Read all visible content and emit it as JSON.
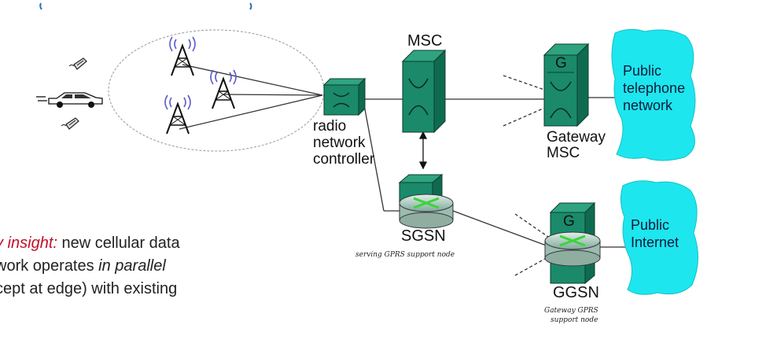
{
  "labels": {
    "msc": "MSC",
    "rnc_line1": "radio",
    "rnc_line2": "network",
    "rnc_line3": "controller",
    "gateway_msc_line1": "Gateway",
    "gateway_msc_line2": "MSC",
    "gateway_msc_letter": "G",
    "ggsn_letter": "G",
    "sgsn": "SGSN",
    "ggsn": "GGSN"
  },
  "clouds": {
    "telephone_line1": "Public",
    "telephone_line2": "telephone",
    "telephone_line3": "network",
    "internet_line1": "Public",
    "internet_line2": "Internet"
  },
  "handwritten": {
    "sgsn_note": "serving GPRS support node",
    "ggsn_note_line1": "Gateway GPRS",
    "ggsn_note_line2": "support node"
  },
  "insight": {
    "lead": "y insight:",
    "l1_rest": " new cellular data",
    "l2_pre": "work operates ",
    "l2_em": "in parallel",
    "l3": "cept at edge) with existing"
  },
  "colors": {
    "node_fill": "#1a8a6a",
    "node_stroke": "#0e3d2e",
    "cloud_fill": "#1ee6ee",
    "link": "#333333",
    "accent_red": "#c0102a",
    "radio_waves": "#5a5acc"
  }
}
